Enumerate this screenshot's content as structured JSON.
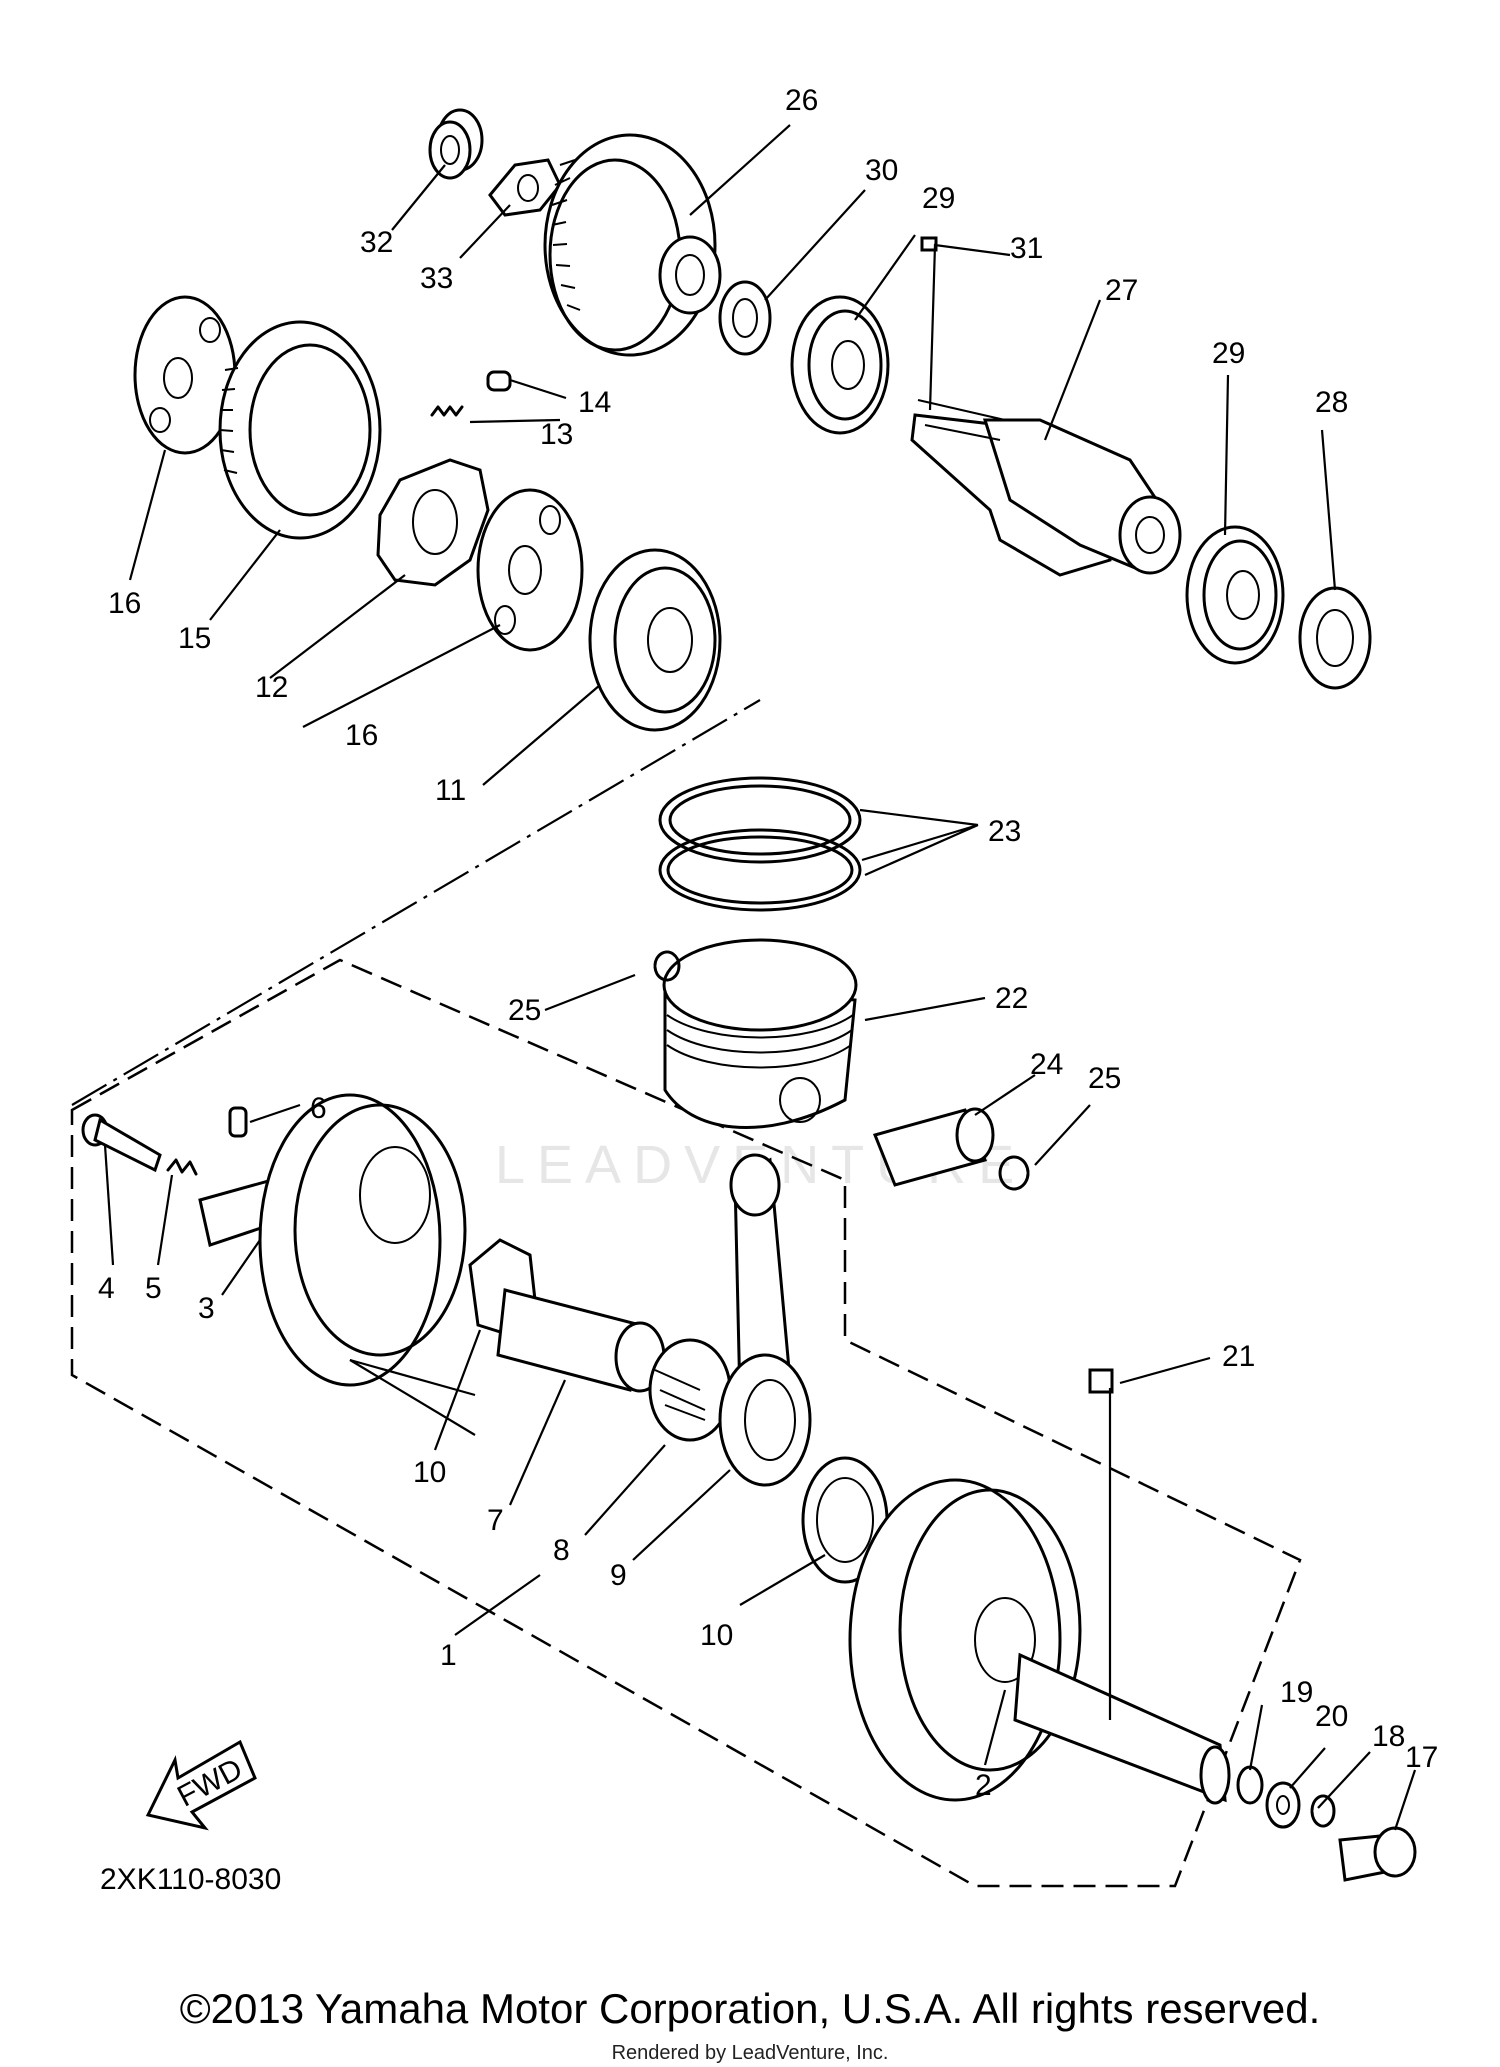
{
  "watermark": "LEADVENTURE",
  "diagram_code": "2XK110-8030",
  "fwd_label": "FWD",
  "callouts": [
    {
      "id": "c1",
      "text": "1"
    },
    {
      "id": "c2",
      "text": "2"
    },
    {
      "id": "c3",
      "text": "3"
    },
    {
      "id": "c4",
      "text": "4"
    },
    {
      "id": "c5",
      "text": "5"
    },
    {
      "id": "c6",
      "text": "6"
    },
    {
      "id": "c7",
      "text": "7"
    },
    {
      "id": "c8",
      "text": "8"
    },
    {
      "id": "c9",
      "text": "9"
    },
    {
      "id": "c10a",
      "text": "10"
    },
    {
      "id": "c10b",
      "text": "10"
    },
    {
      "id": "c11",
      "text": "11"
    },
    {
      "id": "c12",
      "text": "12"
    },
    {
      "id": "c13",
      "text": "13"
    },
    {
      "id": "c14",
      "text": "14"
    },
    {
      "id": "c15",
      "text": "15"
    },
    {
      "id": "c16a",
      "text": "16"
    },
    {
      "id": "c16b",
      "text": "16"
    },
    {
      "id": "c17",
      "text": "17"
    },
    {
      "id": "c18",
      "text": "18"
    },
    {
      "id": "c19",
      "text": "19"
    },
    {
      "id": "c20",
      "text": "20"
    },
    {
      "id": "c21",
      "text": "21"
    },
    {
      "id": "c22",
      "text": "22"
    },
    {
      "id": "c23",
      "text": "23"
    },
    {
      "id": "c24",
      "text": "24"
    },
    {
      "id": "c25a",
      "text": "25"
    },
    {
      "id": "c25b",
      "text": "25"
    },
    {
      "id": "c26",
      "text": "26"
    },
    {
      "id": "c27",
      "text": "27"
    },
    {
      "id": "c28",
      "text": "28"
    },
    {
      "id": "c29a",
      "text": "29"
    },
    {
      "id": "c29b",
      "text": "29"
    },
    {
      "id": "c30",
      "text": "30"
    },
    {
      "id": "c31",
      "text": "31"
    },
    {
      "id": "c32",
      "text": "32"
    },
    {
      "id": "c33",
      "text": "33"
    }
  ],
  "footer": {
    "copyright": "©2013 Yamaha Motor Corporation, U.S.A. All rights reserved.",
    "rendered_by": "Rendered by LeadVenture, Inc."
  }
}
